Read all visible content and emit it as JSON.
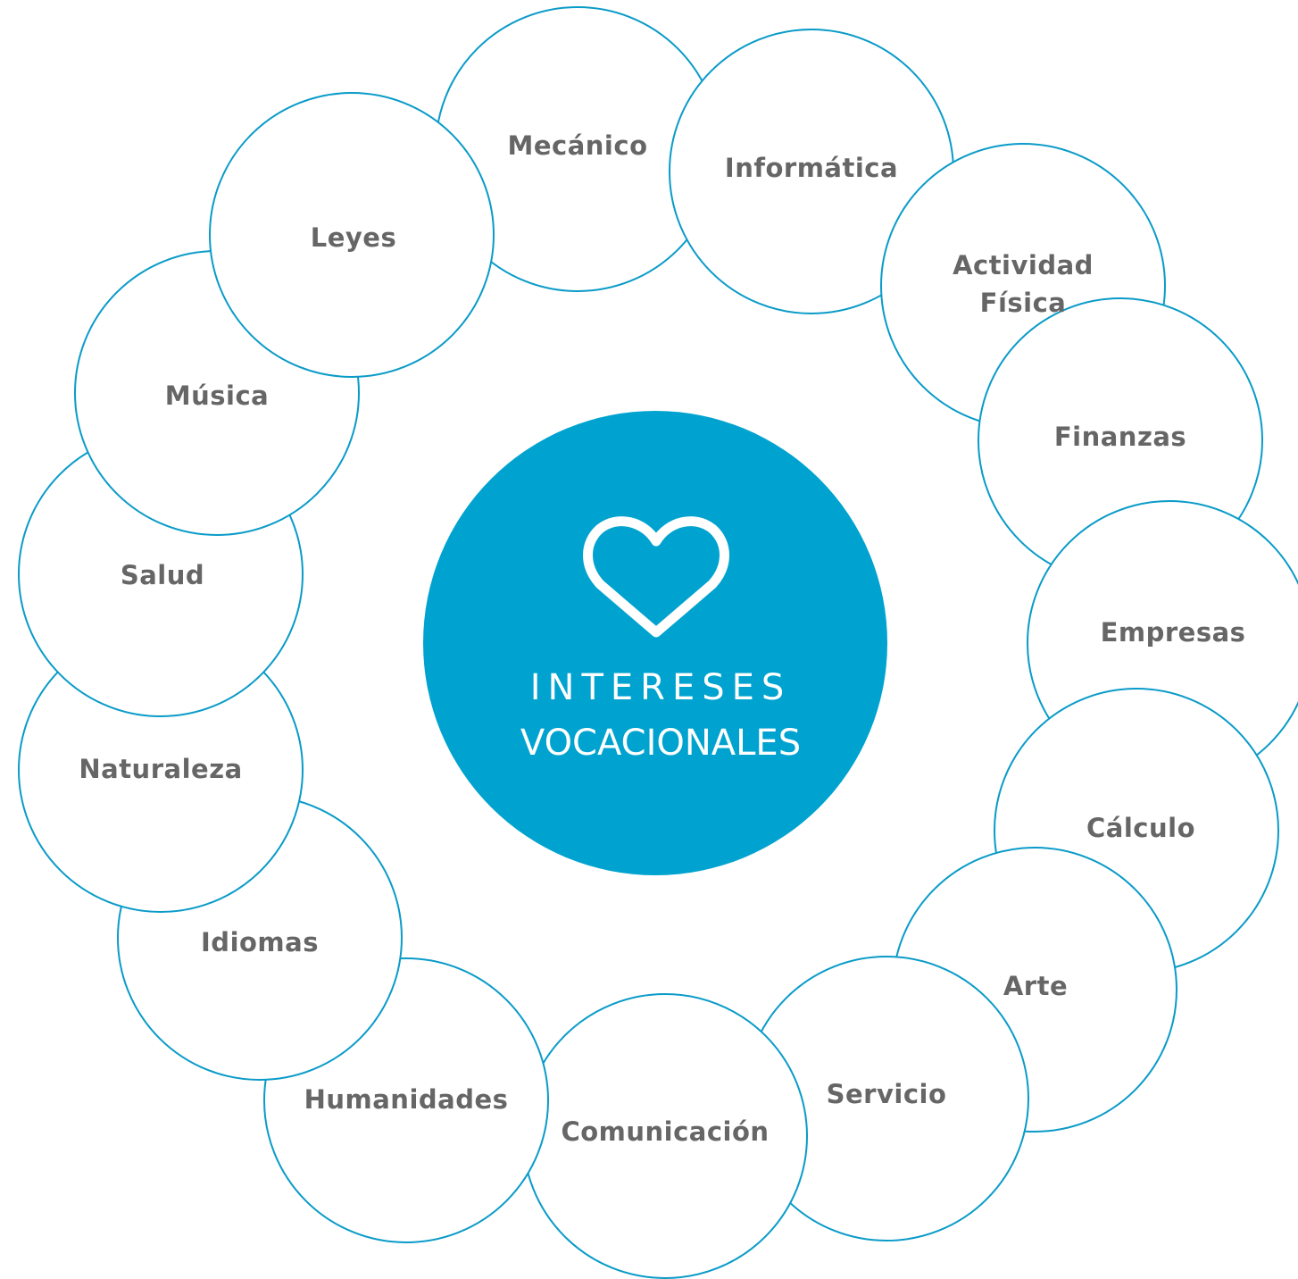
{
  "center": {
    "title_line1": "INTERESES",
    "title_line2": "VOCACIONALES",
    "icon": "heart-icon"
  },
  "colors": {
    "accent": "#00a3cf",
    "bubble_border": "#0a9bc8",
    "label_text": "#666666",
    "background": "#ffffff"
  },
  "interests": [
    {
      "id": "mecanico",
      "label": "Mecánico"
    },
    {
      "id": "informatica",
      "label": "Informática"
    },
    {
      "id": "actividad-fisica",
      "label": "Actividad\nFísica"
    },
    {
      "id": "finanzas",
      "label": "Finanzas"
    },
    {
      "id": "empresas",
      "label": "Empresas"
    },
    {
      "id": "calculo",
      "label": "Cálculo"
    },
    {
      "id": "arte",
      "label": "Arte"
    },
    {
      "id": "servicio",
      "label": "Servicio"
    },
    {
      "id": "comunicacion",
      "label": "Comunicación"
    },
    {
      "id": "humanidades",
      "label": "Humanidades"
    },
    {
      "id": "idiomas",
      "label": "Idiomas"
    },
    {
      "id": "naturaleza",
      "label": "Naturaleza"
    },
    {
      "id": "salud",
      "label": "Salud"
    },
    {
      "id": "musica",
      "label": "Música"
    },
    {
      "id": "leyes",
      "label": "Leyes"
    }
  ]
}
